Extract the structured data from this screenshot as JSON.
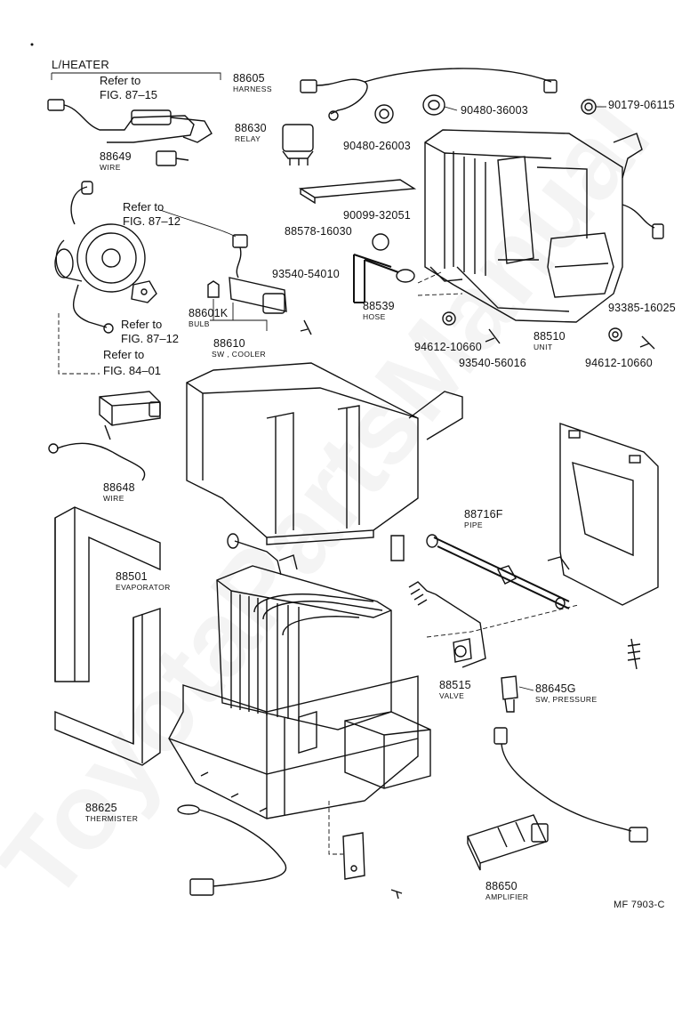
{
  "header": {
    "variant": "L/HEATER"
  },
  "watermark": "ToyotaPartsManual",
  "figure_code": "MF 7903-C",
  "refs": [
    {
      "id": "ref-87-15",
      "line1": "Refer to",
      "line2": "FIG. 87–15"
    },
    {
      "id": "ref-87-12-top",
      "line1": "Refer to",
      "line2": "FIG. 87–12"
    },
    {
      "id": "ref-87-12-bottom",
      "line1": "Refer to",
      "line2": "FIG. 87–12"
    },
    {
      "id": "ref-84-01",
      "line1": "Refer to",
      "line2": "FIG. 84–01"
    }
  ],
  "parts": [
    {
      "id": "harness",
      "number": "88605",
      "name": "HARNESS"
    },
    {
      "id": "relay",
      "number": "88630",
      "name": "RELAY"
    },
    {
      "id": "wire-88649",
      "number": "88649",
      "name": "WIRE"
    },
    {
      "id": "plug-90480-36003",
      "number": "90480-36003",
      "name": ""
    },
    {
      "id": "nut-90179-06115",
      "number": "90179-06115",
      "name": ""
    },
    {
      "id": "plug-90480-26003",
      "number": "90480-26003",
      "name": ""
    },
    {
      "id": "part-88578-16030",
      "number": "88578-16030",
      "name": ""
    },
    {
      "id": "grommet-90099-32051",
      "number": "90099-32051",
      "name": ""
    },
    {
      "id": "screw-93540-54010",
      "number": "93540-54010",
      "name": ""
    },
    {
      "id": "hose",
      "number": "88539",
      "name": "HOSE"
    },
    {
      "id": "bulb",
      "number": "88601K",
      "name": "BULB"
    },
    {
      "id": "switch-cooler",
      "number": "88610",
      "name": "SW , COOLER"
    },
    {
      "id": "washer-94612-left",
      "number": "94612-10660",
      "name": ""
    },
    {
      "id": "screw-93540-56016",
      "number": "93540-56016",
      "name": ""
    },
    {
      "id": "unit",
      "number": "88510",
      "name": "UNIT"
    },
    {
      "id": "screw-93385-16025",
      "number": "93385-16025",
      "name": ""
    },
    {
      "id": "washer-94612-right",
      "number": "94612-10660",
      "name": ""
    },
    {
      "id": "wire-88648",
      "number": "88648",
      "name": "WIRE"
    },
    {
      "id": "pipe",
      "number": "88716F",
      "name": "PIPE"
    },
    {
      "id": "evaporator",
      "number": "88501",
      "name": "EVAPORATOR"
    },
    {
      "id": "valve",
      "number": "88515",
      "name": "VALVE"
    },
    {
      "id": "pressure-switch",
      "number": "88645G",
      "name": "SW, PRESSURE"
    },
    {
      "id": "thermister",
      "number": "88625",
      "name": "THERMISTER"
    },
    {
      "id": "amplifier",
      "number": "88650",
      "name": "AMPLIFIER"
    }
  ]
}
